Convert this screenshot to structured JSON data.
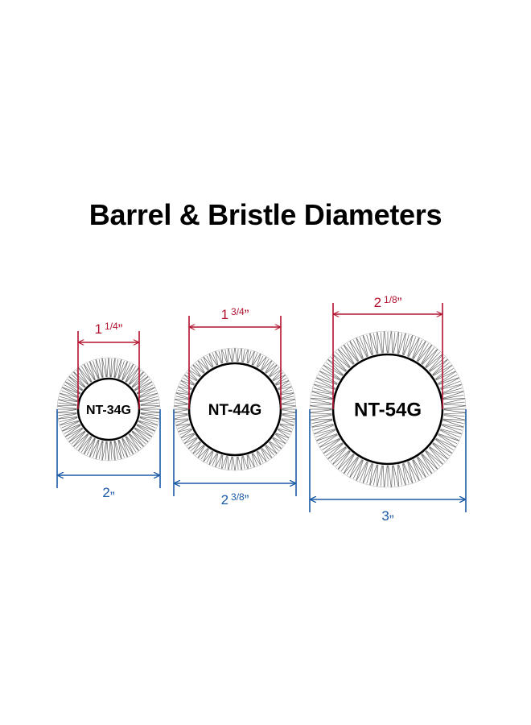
{
  "title": "Barrel & Bristle Diameters",
  "colors": {
    "barrel_dimension": "#b3122e",
    "bristle_dimension": "#1b5aa5",
    "outline": "#000000",
    "bristle": "#666666"
  },
  "brushes": [
    {
      "model": "NT-34G",
      "barrel": {
        "whole": "1",
        "frac": "1/4",
        "unit": "”"
      },
      "bristle": {
        "whole": "2",
        "frac": "",
        "unit": "”"
      }
    },
    {
      "model": "NT-44G",
      "barrel": {
        "whole": "1",
        "frac": "3/4",
        "unit": "”"
      },
      "bristle": {
        "whole": "2",
        "frac": "3/8",
        "unit": "”"
      }
    },
    {
      "model": "NT-54G",
      "barrel": {
        "whole": "2",
        "frac": "1/8",
        "unit": "”"
      },
      "bristle": {
        "whole": "3",
        "frac": "",
        "unit": "”"
      }
    }
  ]
}
